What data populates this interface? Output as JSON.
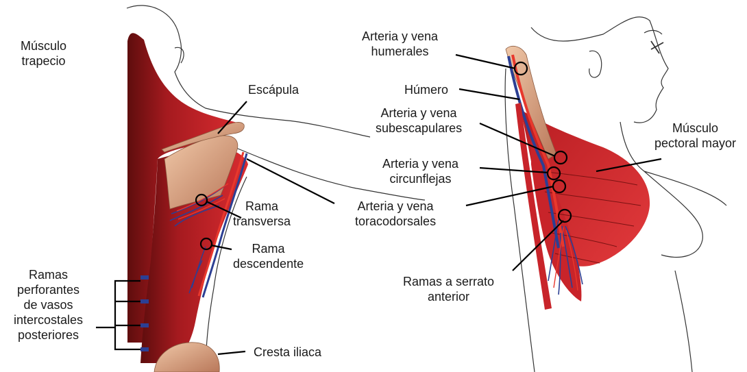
{
  "colors": {
    "muscle_dark": "#7a1212",
    "muscle": "#c8242a",
    "muscle_light": "#e0393b",
    "bone": "#d9a07a",
    "artery": "#e8382d",
    "vein": "#2c3f93",
    "outline": "#333333",
    "leader": "#000000"
  },
  "labels": {
    "trapecio": [
      "Músculo",
      "trapecio"
    ],
    "escapula": [
      "Escápula"
    ],
    "rama_transversa": [
      "Rama",
      "transversa"
    ],
    "rama_descendente": [
      "Rama",
      "descendente"
    ],
    "perforantes": [
      "Ramas",
      "perforantes",
      "de vasos",
      "intercostales",
      "posteriores"
    ],
    "cresta": [
      "Cresta iliaca"
    ],
    "humerales": [
      "Arteria y vena",
      "humerales"
    ],
    "humero": [
      "Húmero"
    ],
    "subescapulares": [
      "Arteria y vena",
      "subescapulares"
    ],
    "circunflejas": [
      "Arteria y vena",
      "circunflejas"
    ],
    "toracodorsales": [
      "Arteria y vena",
      "toracodorsales"
    ],
    "pectoral": [
      "Músculo",
      "pectoral mayor"
    ],
    "serrato": [
      "Ramas a serrato",
      "anterior"
    ]
  }
}
